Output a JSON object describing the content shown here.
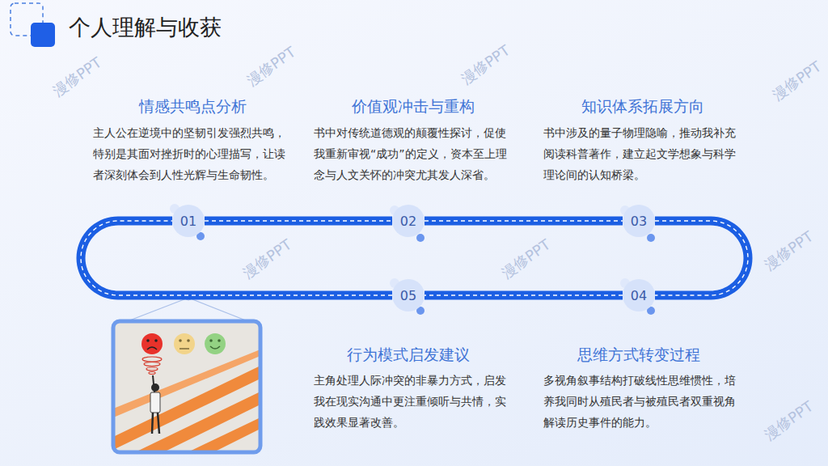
{
  "diagram": {
    "title": "个人理解与收获",
    "nodes": [
      {
        "text": [
          "01"
        ]
      },
      {
        "text": [
          "02"
        ]
      },
      {
        "text": [
          "03"
        ]
      },
      {
        "text": [
          "04"
        ]
      },
      {
        "text": [
          "05"
        ]
      }
    ],
    "edges": [
      {
        "from": 0,
        "to": 1,
        "arrow": "none"
      },
      {
        "from": 1,
        "to": 2,
        "arrow": "none"
      },
      {
        "from": 2,
        "to": 3,
        "arrow": "none"
      },
      {
        "from": 3,
        "to": 4,
        "arrow": "none"
      },
      {
        "from": 4,
        "to": 0,
        "arrow": "none"
      }
    ],
    "labels": [
      "情感共鸣点分析",
      "主人公在逆境中的坚韧引发强烈共鸣，特别是其面对挫折时的心理描写，让读者深刻体会到人性光辉与生命韧性。",
      "价值观冲击与重构",
      "书中对传统道德观的颠覆性探讨，促使我重新审视“成功”的定义，资本至上理念与人文关怀的冲突尤其发人深省。",
      "知识体系拓展方向",
      "书中涉及的量子物理隐喻，推动我补充阅读科普著作，建立起文学想象与科学理论间的认知桥梁。",
      "行为模式启发建议",
      "主角处理人际冲突的非暴力方式，启发我在现实沟通中更注重倾听与共情，实践效果显著改善。",
      "思维方式转变过程",
      "多视角叙事结构打破线性思维惯性，培养我同时从殖民者与被殖民者双重视角解读历史事件的能力。",
      "漫修PPT",
      "漫修PPT",
      "漫修PPT",
      "漫修PPT",
      "漫修PPT",
      "漫修PPT",
      "漫修PPT",
      "漫修PPT"
    ]
  }
}
